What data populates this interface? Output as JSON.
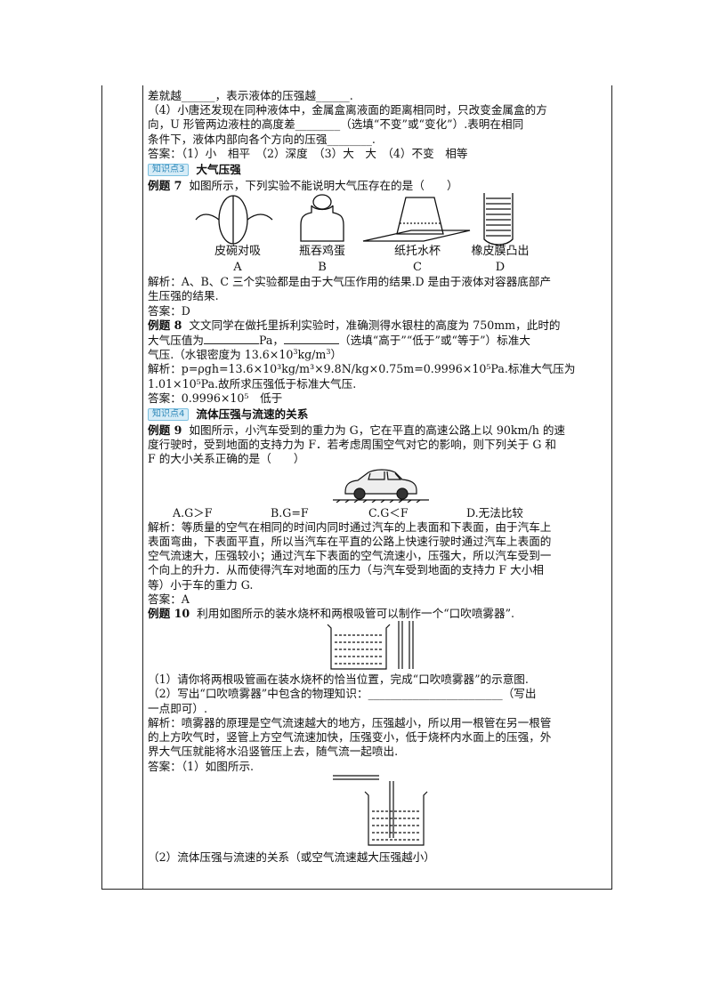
{
  "lines": {
    "l1": "差就越______，表示液体的压强越______.",
    "l2": "（4）小唐还发现在同种液体中，金属盒离液面的距离相同时，只改变金属盒的方",
    "l3": "向，U 形管两边液柱的高度差________（选填“不变”或“变化”）.表明在相同",
    "l4": "条件下，液体内部向各个方向的压强________.",
    "ans0": "答案：（1）小　相平　（2）深度　（3）大　大　（4）不变　相等"
  },
  "k3": {
    "badge": "知识点3",
    "title": "大气压强"
  },
  "ex7": {
    "label": "例题 7",
    "question": "如图所示，下列实验不能说明大气压存在的是（　　）",
    "captions": [
      "皮碗对吸",
      "瓶吞鸡蛋",
      "纸托水杯",
      "橡皮膜凸出"
    ],
    "letters": [
      "A",
      "B",
      "C",
      "D"
    ],
    "analysis1": "解析：A、B、C 三个实验都是由于大气压作用的结果.D 是由于液体对容器底部产",
    "analysis2": "生压强的结果.",
    "answer": "答案：D"
  },
  "ex8": {
    "label": "例题 8",
    "q1": "文文同学在做托里拆利实验时，准确测得水银柱的高度为 750mm，此时的",
    "q2a": "大气压值为",
    "q2b": "Pa，",
    "q2c": "（选填“高于”“低于”或“等于”）标准大",
    "q3": "气压.（水银密度为 13.6×10",
    "q3sup": "3",
    "q3b": "kg/m",
    "q3sup2": "3",
    "q3c": "）",
    "a1": "解析：p=ρgh=13.6×10³kg/m³×9.8N/kg×0.75m=0.9996×10⁵Pa.标准大气压为",
    "a2": "1.01×10⁵Pa.故所求压强低于标准大气压.",
    "answer": "答案：0.9996×10⁵　低于"
  },
  "k4": {
    "badge": "知识点4",
    "title": "流体压强与流速的关系"
  },
  "ex9": {
    "label": "例题 9",
    "q1": "如图所示，小汽车受到的重力为 G，它在平直的高速公路上以 90km/h 的速",
    "q2": "度行驶时，受到地面的支持力为 F．若考虑周围空气对它的影响，则下列关于 G 和",
    "q3": "F 的大小关系正确的是（　　）",
    "options": [
      "A.G＞F",
      "B.G=F",
      "C.G＜F",
      "D.无法比较"
    ],
    "a1": "解析：等质量的空气在相同的时间内同时通过汽车的上表面和下表面，由于汽车上",
    "a2": "表面弯曲，下表面平直，所以当汽车在平直的公路上快速行驶时通过汽车上表面的",
    "a3": "空气流速大，压强较小；通过汽车下表面的空气流速小，压强大，所以汽车受到一",
    "a4": "个向上的升力．从而使得汽车对地面的压力（与汽车受到地面的支持力 F 大小相",
    "a5": "等）小于车的重力 G.",
    "answer": "答案：A"
  },
  "ex10": {
    "label": "例题 10",
    "question": "利用如图所示的装水烧杯和两根吸管可以制作一个“口吹喷雾器”.",
    "q1": "（1）请你将两根吸管画在装水烧杯的恰当位置，完成“口吹喷雾器”的示意图.",
    "q2": "（2）写出“口吹喷雾器”中包含的物理知识：________________________（写出",
    "q3": "一点即可）.",
    "a1": "解析：喷雾器的原理是空气流速越大的地方，压强越小，所以用一根管在另一根管",
    "a2": "的上方吹气时，竖管上方空气流速加快，压强变小，低于烧杯内水面上的压强，外",
    "a3": "界大气压就能将水沿竖管压上去，随气流一起喷出.",
    "answer": "答案：（1）如图所示.",
    "final": "（2）流体压强与流速的关系（或空气流速越大压强越小）"
  },
  "colors": {
    "badge_bg": "#d6ecf7",
    "badge_text": "#2b86b8",
    "ink": "#111111"
  }
}
